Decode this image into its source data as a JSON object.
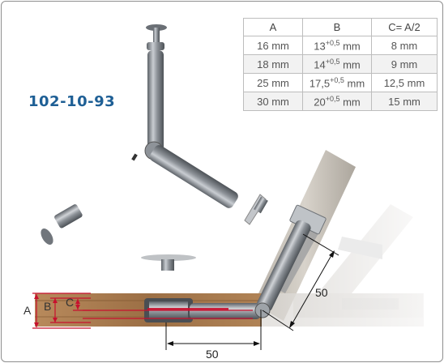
{
  "product_code": "102-10-93",
  "spec_table": {
    "headers": [
      "A",
      "B",
      "C= A/2"
    ],
    "rows": [
      {
        "a": "16 mm",
        "b_base": "13",
        "b_sup": "+0,5",
        "b_unit": " mm",
        "c": "8 mm"
      },
      {
        "a": "18 mm",
        "b_base": "14",
        "b_sup": "+0,5",
        "b_unit": " mm",
        "c": "9 mm"
      },
      {
        "a": "25 mm",
        "b_base": "17,5",
        "b_sup": "+0,5",
        "b_unit": " mm",
        "c": "12,5 mm"
      },
      {
        "a": "30 mm",
        "b_base": "20",
        "b_sup": "+0,5",
        "b_unit": " mm",
        "c": "15 mm"
      }
    ]
  },
  "dimensions": {
    "horizontal": "50",
    "diagonal": "50",
    "label_a": "A",
    "label_b": "B",
    "label_c": "C"
  },
  "colors": {
    "brand": "#1e5f95",
    "dimension_red": "#c8102e",
    "wood": "#a67a4e"
  }
}
